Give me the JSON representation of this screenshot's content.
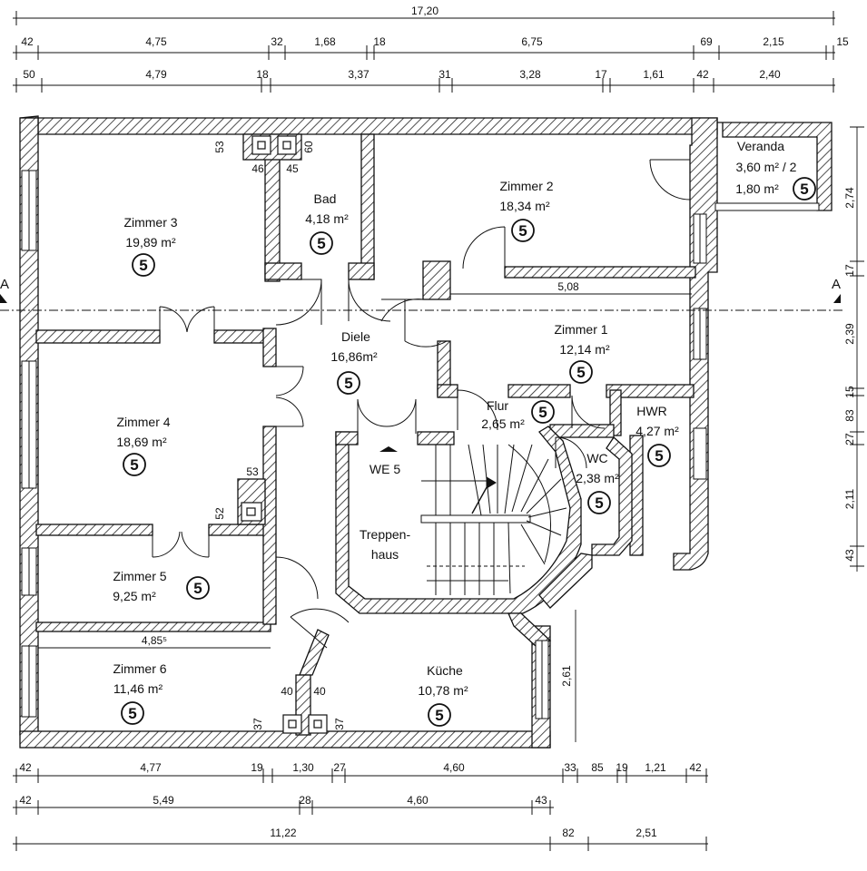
{
  "rooms": {
    "zimmer3": {
      "name": "Zimmer 3",
      "area": "19,89 m²",
      "unit": "5"
    },
    "zimmer2": {
      "name": "Zimmer 2",
      "area": "18,34 m²",
      "unit": "5"
    },
    "bad": {
      "name": "Bad",
      "area": "4,18 m²",
      "unit": "5"
    },
    "veranda": {
      "name": "Veranda",
      "area": "3,60 m² / 2",
      "area2": "1,80 m²",
      "unit": "5"
    },
    "zimmer1": {
      "name": "Zimmer 1",
      "area": "12,14 m²",
      "unit": "5"
    },
    "diele": {
      "name": "Diele",
      "area": "16,86m²",
      "unit": "5"
    },
    "zimmer4": {
      "name": "Zimmer 4",
      "area": "18,69 m²",
      "unit": "5"
    },
    "flur": {
      "name": "Flur",
      "area": "2,65 m²",
      "unit": "5"
    },
    "hwr": {
      "name": "HWR",
      "area": "4,27 m²",
      "unit": "5"
    },
    "wc": {
      "name": "WC",
      "area": "2,38 m²",
      "unit": "5"
    },
    "zimmer5": {
      "name": "Zimmer 5",
      "area": "9,25 m²",
      "unit": "5"
    },
    "zimmer6": {
      "name": "Zimmer 6",
      "area": "11,46 m²",
      "unit": "5"
    },
    "kueche": {
      "name": "Küche",
      "area": "10,78 m²",
      "unit": "5"
    },
    "treppenhaus": {
      "line1": "Treppen-",
      "line2": "haus"
    },
    "we5": "WE 5"
  },
  "section": {
    "left": "A",
    "right": "A"
  },
  "dims": {
    "top_total": "17,20",
    "top_row1": [
      "42",
      "4,75",
      "32",
      "1,68",
      "18",
      "6,75",
      "69",
      "2,15",
      "15"
    ],
    "top_row2": [
      "50",
      "4,79",
      "18",
      "3,37",
      "31",
      "3,28",
      "17",
      "1,61",
      "42",
      "2,40"
    ],
    "bottom_row1": [
      "42",
      "4,77",
      "19",
      "1,30",
      "27",
      "4,60",
      "33",
      "85",
      "19",
      "1,21",
      "42"
    ],
    "bottom_row2": [
      "42",
      "5,49",
      "28",
      "4,60",
      "43"
    ],
    "bottom_row3": [
      "11,22",
      "82",
      "2,51"
    ],
    "right_col": [
      "2,74",
      "17",
      "2,39",
      "15",
      "83",
      "27",
      "2,11",
      "43"
    ],
    "interior": {
      "d508": "5,08",
      "d485": "4,85⁵",
      "d261": "2,61",
      "d53a": "53",
      "d60": "60",
      "d46": "46",
      "d45": "45",
      "d53b": "53",
      "d52": "52",
      "d40a": "40",
      "d40b": "40",
      "d37a": "37",
      "d37b": "37"
    }
  }
}
